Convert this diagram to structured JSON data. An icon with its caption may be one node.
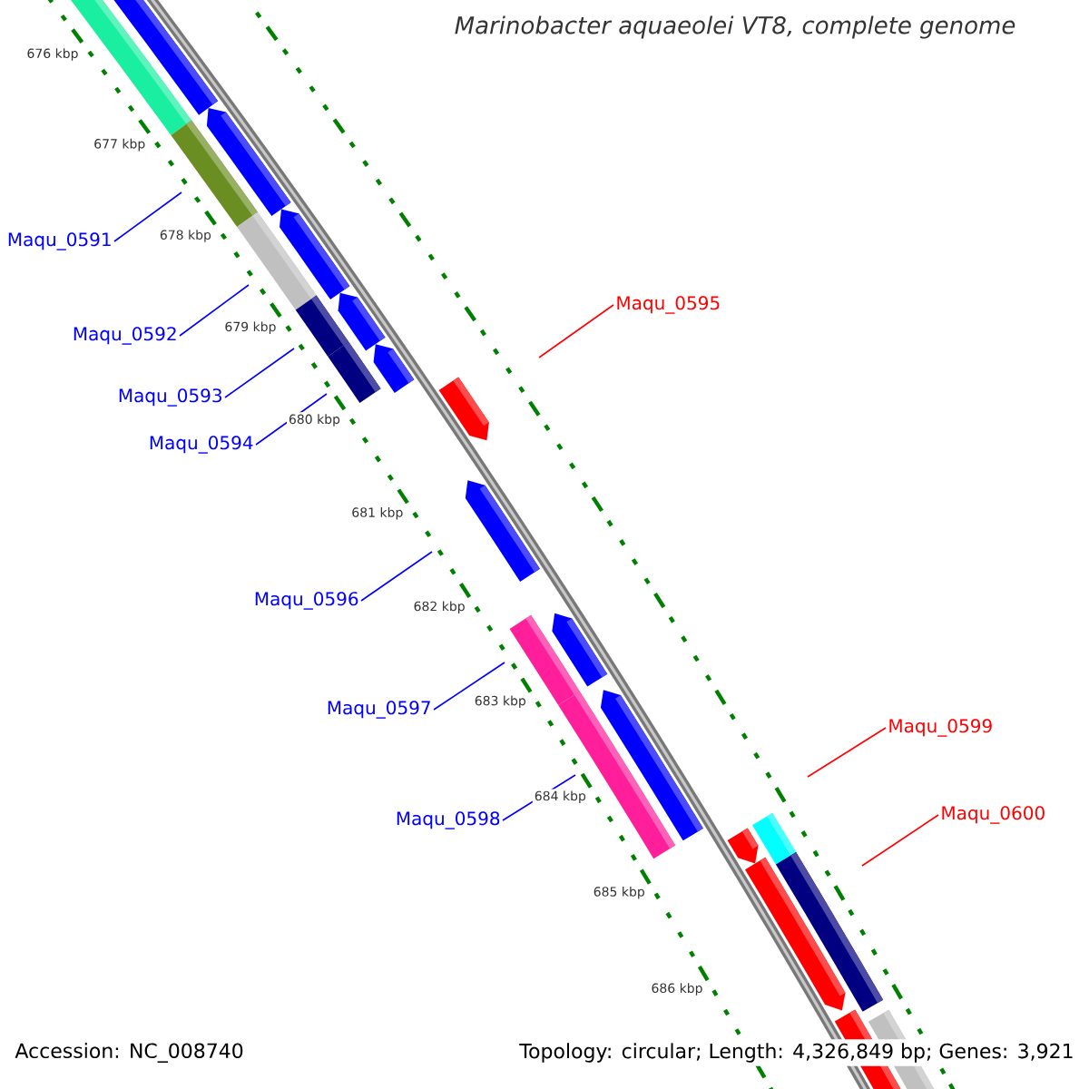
{
  "diagram": {
    "title": "Marinobacter aquaeolei VT8, complete genome",
    "nodes": [
      {
        "text": [
          "Maqu_0591"
        ]
      },
      {
        "text": [
          "Maqu_0595"
        ]
      },
      {
        "text": [
          "Maqu_0592"
        ]
      },
      {
        "text": [
          "Maqu_0593"
        ]
      },
      {
        "text": [
          "Maqu_0594"
        ]
      },
      {
        "text": [
          "Maqu_0596"
        ]
      },
      {
        "text": [
          "Maqu_0597"
        ]
      },
      {
        "text": [
          "Maqu_0599"
        ]
      },
      {
        "text": [
          "Maqu_0600"
        ]
      },
      {
        "text": [
          "Maqu_0598"
        ]
      }
    ],
    "edges": [
      {
        "from": 0,
        "to": null,
        "arrow": "none"
      },
      {
        "from": 1,
        "to": null,
        "arrow": "none",
        "color": "#ff0000"
      },
      {
        "from": 2,
        "to": null,
        "arrow": "none"
      },
      {
        "from": 3,
        "to": null,
        "arrow": "none"
      },
      {
        "from": 4,
        "to": null,
        "arrow": "none"
      },
      {
        "from": 5,
        "to": null,
        "arrow": "none"
      },
      {
        "from": 6,
        "to": null,
        "arrow": "none"
      },
      {
        "from": 7,
        "to": null,
        "arrow": "none",
        "color": "#ff0000"
      },
      {
        "from": 8,
        "to": null,
        "arrow": "none",
        "color": "#ff0000"
      },
      {
        "from": 9,
        "to": null,
        "arrow": "none"
      }
    ],
    "labels": [
      "676 kbp",
      "677 kbp",
      "678 kbp",
      "679 kbp",
      "680 kbp",
      "681 kbp",
      "682 kbp",
      "683 kbp",
      "684 kbp",
      "685 kbp",
      "686 kbp",
      "Accession: NC_008740",
      "Topology: circular; Length: 4,326,849 bp; Genes: 3,921"
    ]
  }
}
